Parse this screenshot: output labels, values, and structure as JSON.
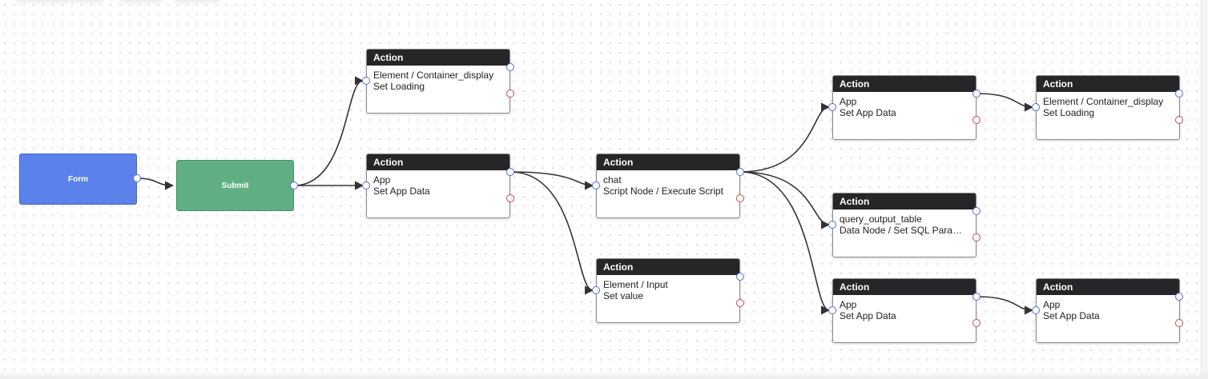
{
  "workflow": {
    "triggers": {
      "form": {
        "label": "Form"
      },
      "submit": {
        "label": "Submit"
      }
    },
    "actions": [
      {
        "id": "a1",
        "header": "Action",
        "target": "Element / Container_display",
        "operation": "Set Loading"
      },
      {
        "id": "a2",
        "header": "Action",
        "target": "App",
        "operation": "Set App Data"
      },
      {
        "id": "a3",
        "header": "Action",
        "target": "chat",
        "operation": "Script Node / Execute Script"
      },
      {
        "id": "a4",
        "header": "Action",
        "target": "Element / Input",
        "operation": "Set value"
      },
      {
        "id": "a5",
        "header": "Action",
        "target": "App",
        "operation": "Set App Data"
      },
      {
        "id": "a6",
        "header": "Action",
        "target": "query_output_table",
        "operation": "Data Node / Set SQL Param..."
      },
      {
        "id": "a7",
        "header": "Action",
        "target": "App",
        "operation": "Set App Data"
      },
      {
        "id": "a8",
        "header": "Action",
        "target": "Element / Container_display",
        "operation": "Set Loading"
      },
      {
        "id": "a9",
        "header": "Action",
        "target": "App",
        "operation": "Set App Data"
      }
    ],
    "connections": [
      {
        "from": "form",
        "to": "submit"
      },
      {
        "from": "submit",
        "to": "a1"
      },
      {
        "from": "submit",
        "to": "a2"
      },
      {
        "from": "a2",
        "to": "a3"
      },
      {
        "from": "a2",
        "to": "a4"
      },
      {
        "from": "a3",
        "to": "a5"
      },
      {
        "from": "a3",
        "to": "a6"
      },
      {
        "from": "a3",
        "to": "a7"
      },
      {
        "from": "a5",
        "to": "a8"
      },
      {
        "from": "a7",
        "to": "a9"
      }
    ]
  },
  "colors": {
    "form_trigger": "#5b82ea",
    "submit_trigger": "#5faf82",
    "action_header": "#262628",
    "success_port": "#4a6ee0",
    "error_port": "#d24545",
    "edge": "#333333"
  },
  "icons": {
    "input_port": "circle-outline-blue",
    "success_port": "circle-outline-blue",
    "error_port": "circle-outline-red",
    "edge_arrow": "arrowhead"
  }
}
